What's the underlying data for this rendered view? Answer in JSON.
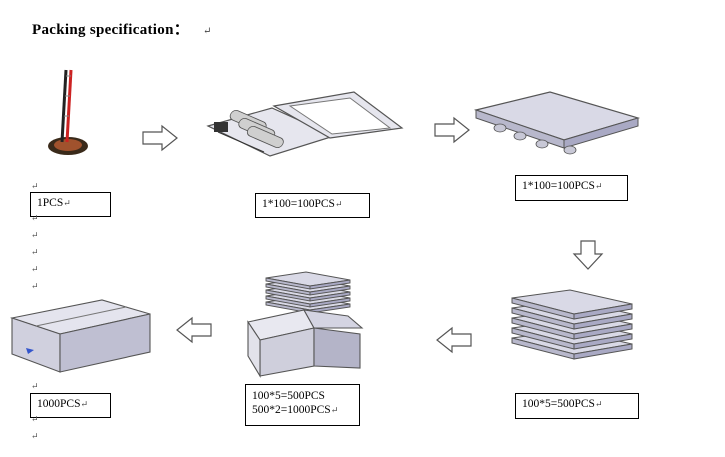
{
  "title": "Packing specification：",
  "return_mark": "↵",
  "labels": {
    "single": "1PCS",
    "tray": "1*100=100PCS",
    "tray_closed": "1*100=100PCS",
    "stack": "100*5=500PCS",
    "carton_line1": "100*5=500PCS",
    "carton_line2": "500*2=1000PCS",
    "final": "1000PCS"
  },
  "arrows": [
    "right",
    "right",
    "down",
    "left",
    "left"
  ],
  "colors": {
    "line": "#555555",
    "panel": "#d7d7e8",
    "panel_dark": "#a9a9c4",
    "cell": "#c8c8c8",
    "copper": "#a0522d",
    "wire_red": "#cc2222"
  }
}
